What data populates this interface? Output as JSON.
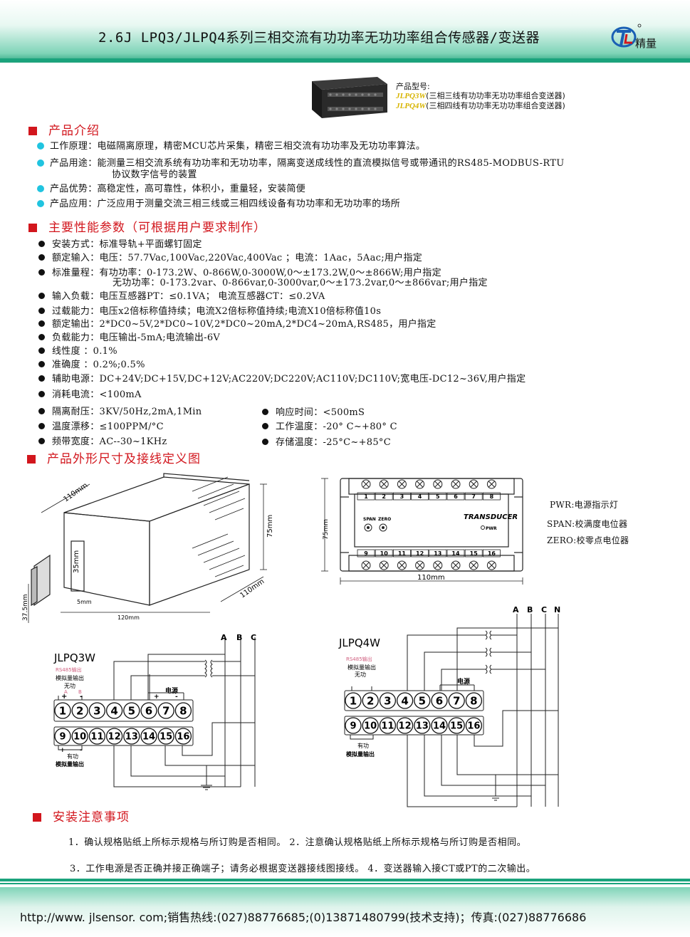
{
  "header": {
    "title": "2.6J LPQ3/JLPQ4系列三相交流有功功率无功功率组合传感器/变送器",
    "logo_text": "精量"
  },
  "product": {
    "label": "产品型号:",
    "models": [
      {
        "code": "JLPQ3W",
        "desc": "(三相三线有功功率无功功率组合变送器)"
      },
      {
        "code": "JLPQ4W",
        "desc": "(三相四线有功功率无功功率组合变送器)"
      }
    ]
  },
  "intro": {
    "heading": "产品介绍",
    "items": [
      "工作原理：电磁隔离原理，精密MCU芯片采集，精密三相交流有功功率及无功功率算法。",
      "产品用途：能测量三相交流系统有功功率和无功功率，隔离变送成线性的直流模拟信号或带通讯的RS485-MODBUS-RTU",
      "协议数字信号的装置",
      "产品优势：高稳定性，高可靠性，体积小，重量轻，安装简便",
      "产品应用：广泛应用于测量交流三相三线或三相四线设备有功功率和无功功率的场所"
    ]
  },
  "params": {
    "heading": "主要性能参数（可根据用户要求制作）",
    "items": [
      "安装方式：标准导轨+平面螺钉固定",
      "额定输入：电压：57.7Vac,100Vac,220Vac,400Vac ；电流：1Aac，5Aac;用户指定",
      "标准量程：有功功率：0-173.2W、0-866W,0-3000W,0～±173.2W,0～±866W;用户指定",
      "无功功率：0-173.2var、0-866var,0-3000var,0～±173.2var,0～±866var;用户指定",
      "输入负载：电压互感器PT：≤0.1VA；      电流互感器CT：≤0.2VA",
      "过载能力：电压x2倍标称值持续；电流X2倍标称值持续;电流X10倍标称值10s",
      "额定输出：2*DC0~5V,2*DC0~10V,2*DC0~20mA,2*DC4~20mA,RS485，用户指定",
      "负载能力：电压输出-5mA;电流输出-6V",
      "线性度  ：0.1%",
      "准确度  ：0.2%;0.5%",
      "辅助电源：DC+24V;DC+15V,DC+12V;AC220V;DC220V;AC110V;DC110V;宽电压-DC12~36V,用户指定",
      "消耗电流：<100mA",
      "隔离耐压：3KV/50Hz,2mA,1Min",
      "温度漂移：≤100PPM/°C",
      "频带宽度：AC--30~1KHz",
      "响应时间：<500mS",
      "工作温度：-20° C~+80° C",
      "存储温度：-25°C~+85°C"
    ]
  },
  "dims": {
    "heading": "产品外形尺寸及接线定义图",
    "side_labels": {
      "d110a": "110mm",
      "d75": "75mm",
      "d35": "35mm",
      "d375": "37.5mm",
      "d5": "5mm",
      "d120": "120mm",
      "d110b": "110mm"
    },
    "front": {
      "brand": "TRANSDUCER",
      "span": "SPAN",
      "zero": "ZERO",
      "pwr": "PWR",
      "dim75": "75mm",
      "dim110": "110mm",
      "top_terms": [
        "1",
        "2",
        "3",
        "4",
        "5",
        "6",
        "7",
        "8"
      ],
      "bottom_terms": [
        "9",
        "10",
        "11",
        "12",
        "13",
        "14",
        "15",
        "16"
      ]
    },
    "legend": [
      "PWR:电源指示灯",
      "SPAN:校满度电位器",
      "ZERO:校零点电位器"
    ]
  },
  "wiring3": {
    "title": "JLPQ3W",
    "rs485": "RS485输出",
    "analog": "模拟量输出",
    "reactive": "无功",
    "power": "电源",
    "plus": "+",
    "minus": "-",
    "active": "有功",
    "analog_bottom": "模拟量输出",
    "phases": [
      "A",
      "B",
      "C"
    ],
    "ab_marks": [
      "A",
      "B"
    ]
  },
  "wiring4": {
    "title": "JLPQ4W",
    "rs485": "RS485输出",
    "analog": "模拟量输出",
    "reactive": "无功",
    "power": "电源",
    "active": "有功",
    "analog_bottom": "模拟量输出",
    "phases": [
      "A",
      "B",
      "C",
      "N"
    ]
  },
  "notes": {
    "heading": "安装注意事项",
    "line1": "1．确认规格贴纸上所标示规格与所订购是否相同。 2．注意确认规格贴纸上所标示规格与所订购是否相同。",
    "line2": "3．工作电源是否正确并接正确端子；请务必根据变送器接线图接线。 4．变送器输入接CT或PT的二次输出。"
  },
  "footer": {
    "text": "http://www. jlsensor. com;销售热线:(027)88776685;(0)13871480799(技术支持)；传真:(027)88776686"
  },
  "colors": {
    "accent": "#d2161d",
    "teal": "#1aa37c",
    "bullet": "#20c4e0",
    "model": "#d7b400"
  }
}
